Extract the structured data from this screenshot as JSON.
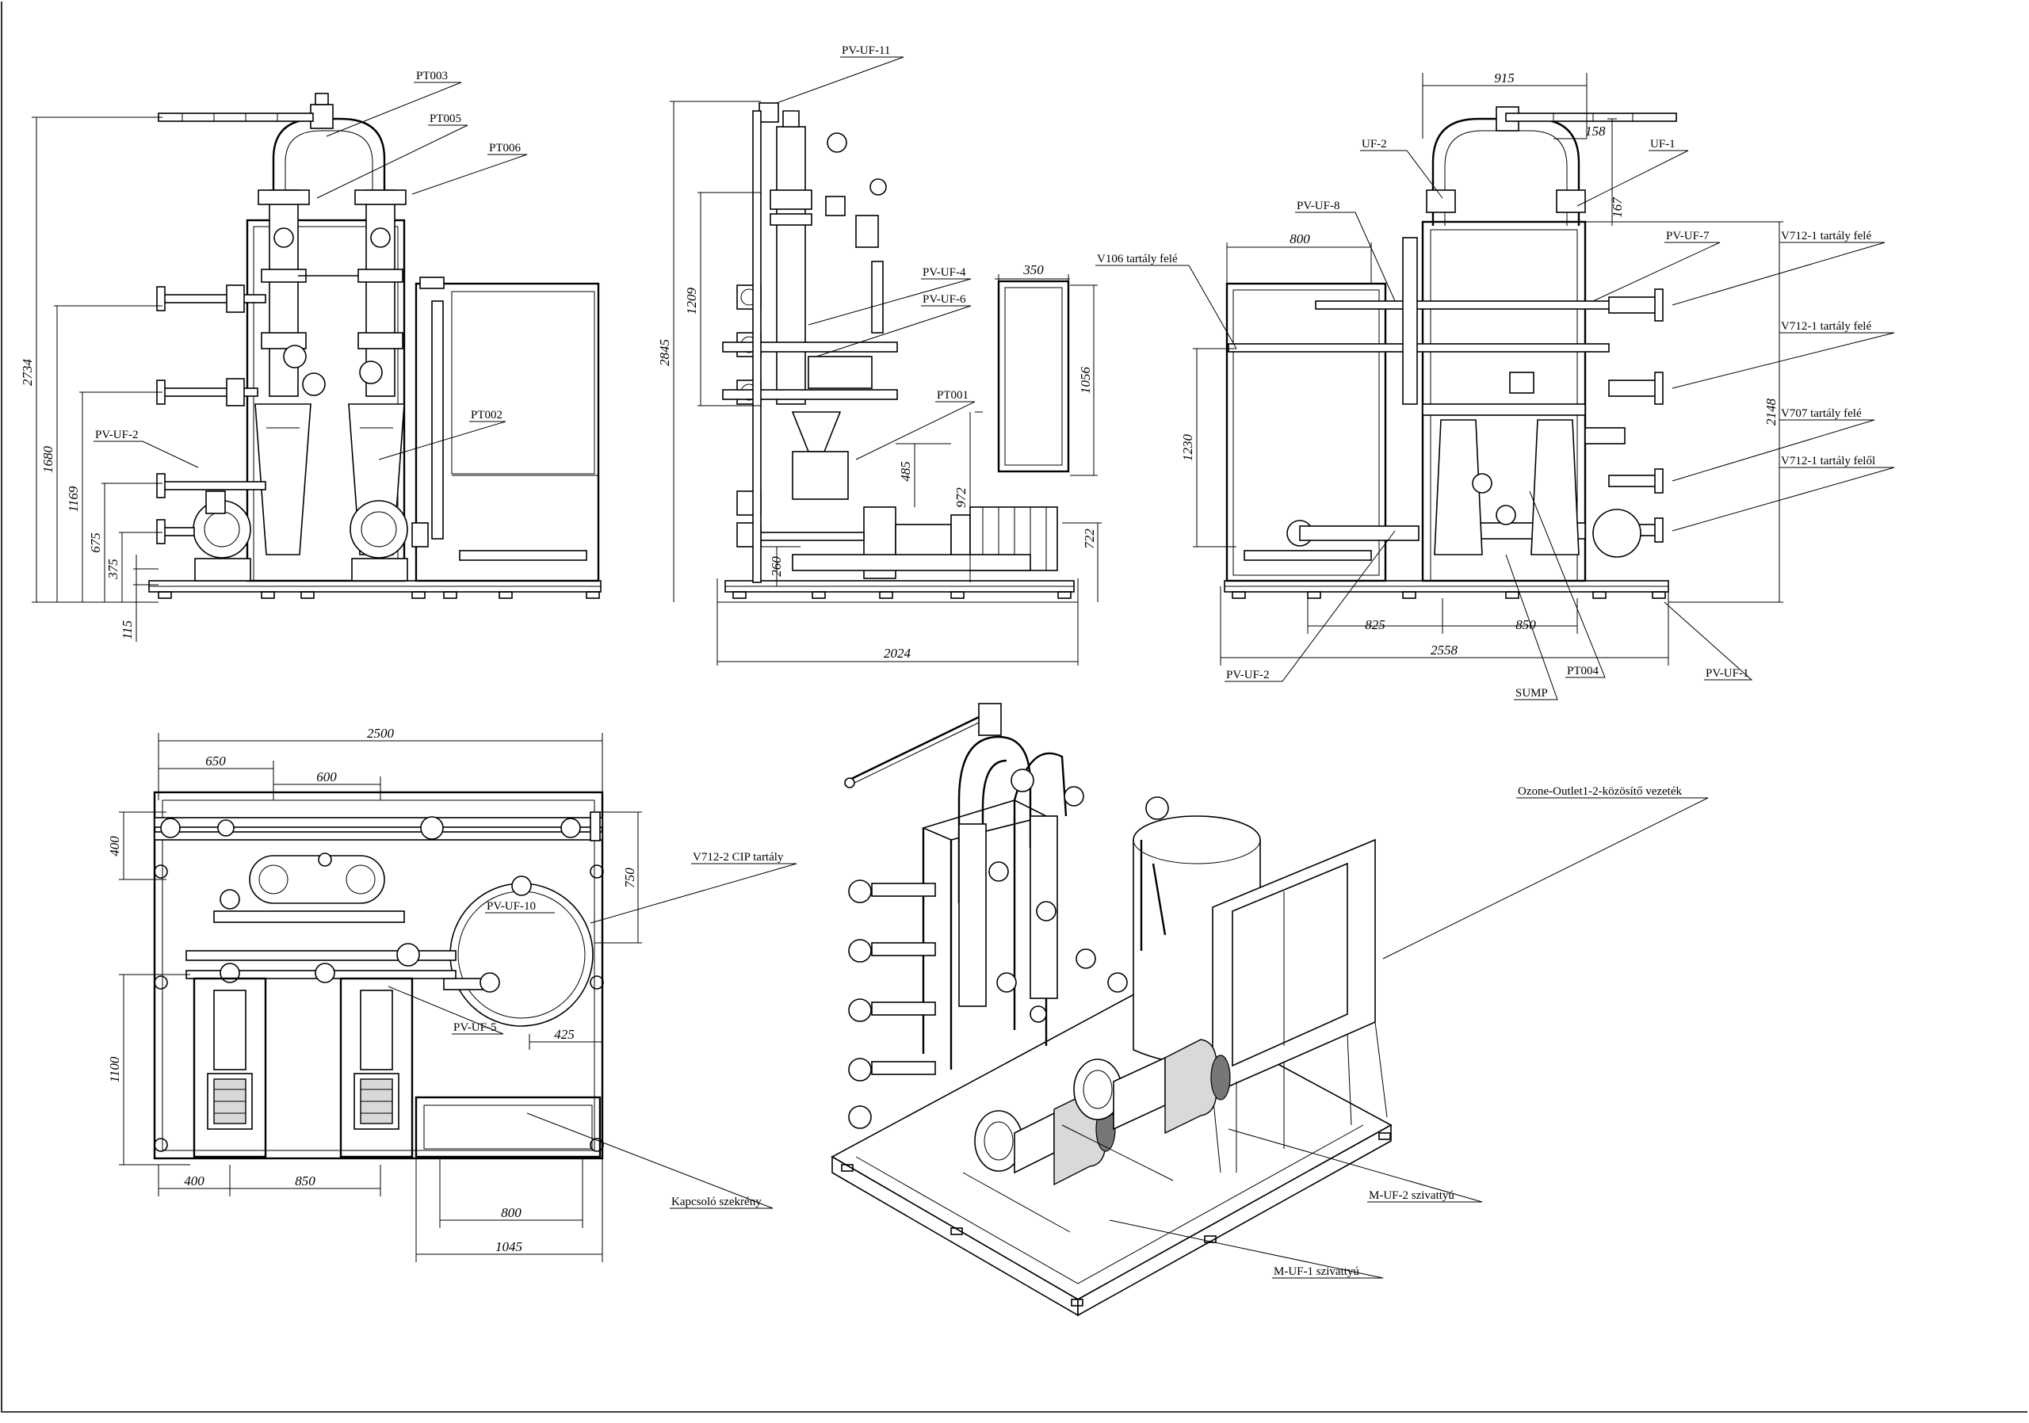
{
  "views": {
    "front": {
      "callouts": [
        "PT003",
        "PT005",
        "PT006",
        "PV-UF-2",
        "PT002"
      ],
      "dims": [
        "2734",
        "1680",
        "1169",
        "675",
        "375",
        "115"
      ]
    },
    "side": {
      "callouts": [
        "PV-UF-11",
        "PV-UF-4",
        "PV-UF-6",
        "PT001"
      ],
      "dims": [
        "2845",
        "1209",
        "350",
        "1056",
        "485",
        "972",
        "722",
        "260",
        "2024"
      ]
    },
    "rear": {
      "callouts": [
        "UF-2",
        "UF-1",
        "PV-UF-8",
        "PV-UF-7",
        "V106 tartály felé",
        "V712-1 tartály felé",
        "V712-1 tartály felé",
        "V707 tartály felé",
        "V712-1 tartály felől",
        "PV-UF-2",
        "PT004",
        "PV-UF-1",
        "SUMP"
      ],
      "dims": [
        "915",
        "158",
        "167",
        "800",
        "1230",
        "2148",
        "825",
        "850",
        "2558"
      ]
    },
    "top": {
      "callouts": [
        "PV-UF-10",
        "V712-2 CIP tartály",
        "PV-UF-5",
        "Kapcsoló szekrény"
      ],
      "dims": [
        "2500",
        "650",
        "600",
        "400",
        "750",
        "1100",
        "425",
        "400",
        "850",
        "800",
        "1045"
      ]
    },
    "iso": {
      "callouts": [
        "Ozone-Outlet1-2-közösítő vezeték",
        "M-UF-2 szivattyú",
        "M-UF-1 szivattyú"
      ]
    }
  }
}
